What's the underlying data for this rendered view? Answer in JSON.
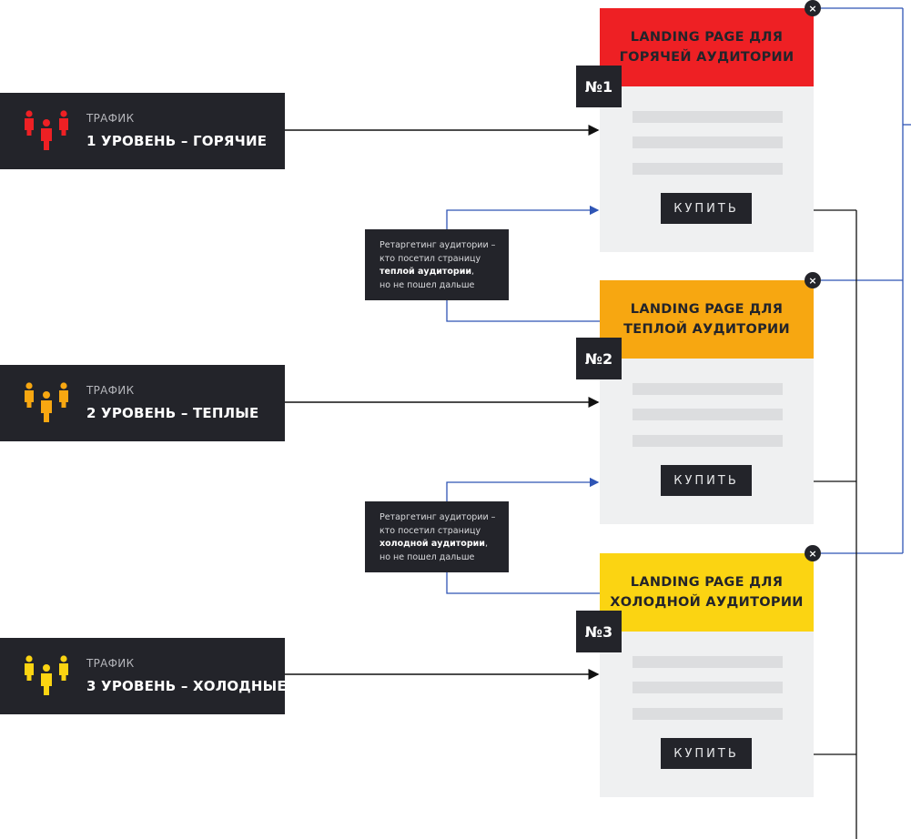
{
  "colors": {
    "dark": "#23242a",
    "hot": "#ee2024",
    "warm": "#f7a711",
    "cold": "#fbd412",
    "card_bg": "#eff0f1",
    "placeholder": "#dcdddf",
    "retarget_line": "#2f55b5",
    "flow_line": "#111111"
  },
  "traffic": [
    {
      "label": "ТРАФИК",
      "level": "1 УРОВЕНЬ – ГОРЯЧИЕ",
      "icon": "people-icon",
      "color": "#ee2024"
    },
    {
      "label": "ТРАФИК",
      "level": "2 УРОВЕНЬ – ТЕПЛЫЕ",
      "icon": "people-icon",
      "color": "#f7a711"
    },
    {
      "label": "ТРАФИК",
      "level": "3 УРОВЕНЬ – ХОЛОДНЫЕ",
      "icon": "people-icon",
      "color": "#fbd412"
    }
  ],
  "cards": [
    {
      "number": "№1",
      "title_line1": "LANDING PAGE ДЛЯ",
      "title_line2": "ГОРЯЧЕЙ АУДИТОРИИ",
      "buy": "КУПИТЬ",
      "close_icon": "×",
      "color": "#ee2024"
    },
    {
      "number": "№2",
      "title_line1": "LANDING PAGE ДЛЯ",
      "title_line2": "ТЕПЛОЙ АУДИТОРИИ",
      "buy": "КУПИТЬ",
      "close_icon": "×",
      "color": "#f7a711"
    },
    {
      "number": "№3",
      "title_line1": "LANDING PAGE ДЛЯ",
      "title_line2": "ХОЛОДНОЙ АУДИТОРИИ",
      "buy": "КУПИТЬ",
      "close_icon": "×",
      "color": "#fbd412"
    }
  ],
  "retargeting": [
    {
      "line1": "Ретаргетинг аудитории –",
      "line2": "кто посетил страницу",
      "bold": "теплой аудитории",
      "comma": ",",
      "line4": "но не пошел дальше"
    },
    {
      "line1": "Ретаргетинг аудитории –",
      "line2": "кто посетил страницу",
      "bold": "холодной аудитории",
      "comma": ",",
      "line4": "но не пошел дальше"
    }
  ]
}
